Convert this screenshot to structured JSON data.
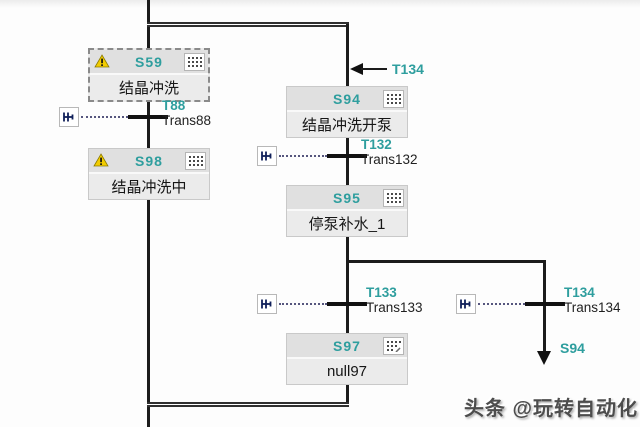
{
  "steps": [
    {
      "id": "S59",
      "name": "结晶冲洗"
    },
    {
      "id": "S98",
      "name": "结晶冲洗中"
    },
    {
      "id": "S94",
      "name": "结晶冲洗开泵"
    },
    {
      "id": "S95",
      "name": "停泵补水_1"
    },
    {
      "id": "S97",
      "name": "null97"
    }
  ],
  "transitions": [
    {
      "id": "T88",
      "name": "Trans88"
    },
    {
      "id": "T132",
      "name": "Trans132"
    },
    {
      "id": "T133",
      "name": "Trans133"
    },
    {
      "id": "T134",
      "name": "Trans134"
    }
  ],
  "jumps": {
    "incoming_label": "T134",
    "target_label": "S94"
  },
  "watermark": {
    "text": "头条 @玩转自动化"
  },
  "colors": {
    "accent_teal": "#2E9E9E",
    "line_black": "#1c1c1c",
    "warning_yellow": "#F2CC00",
    "box_header_bg": "#e0e0e0",
    "box_body_bg": "#ebebeb"
  }
}
